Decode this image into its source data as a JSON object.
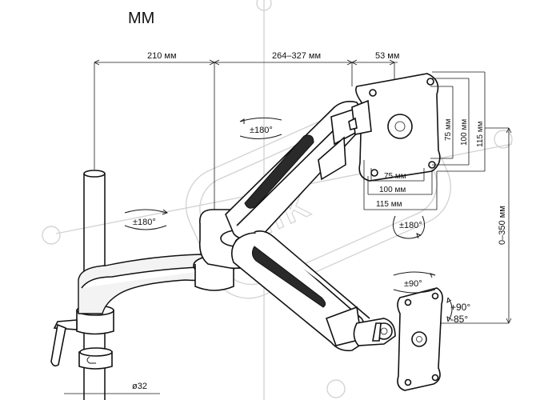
{
  "title": "ММ",
  "dimensions": {
    "d_210": "210 мм",
    "d_264_327": "264–327 мм",
    "d_53": "53 мм",
    "vesa_v_75": "75 мм",
    "vesa_v_100": "100 мм",
    "vesa_v_115": "115 мм",
    "vesa_h_75": "75 мм",
    "vesa_h_100": "100 мм",
    "vesa_h_115": "115 мм",
    "height_range": "0–350 мм",
    "pole_diameter": "ø32"
  },
  "rotations": {
    "arm_upper": "±180°",
    "arm_base": "±180°",
    "head_rotate": "±180°",
    "swivel": "±90°",
    "tilt_up": "+90°",
    "tilt_down": "-85°"
  },
  "watermark": {
    "text": "NIK"
  }
}
